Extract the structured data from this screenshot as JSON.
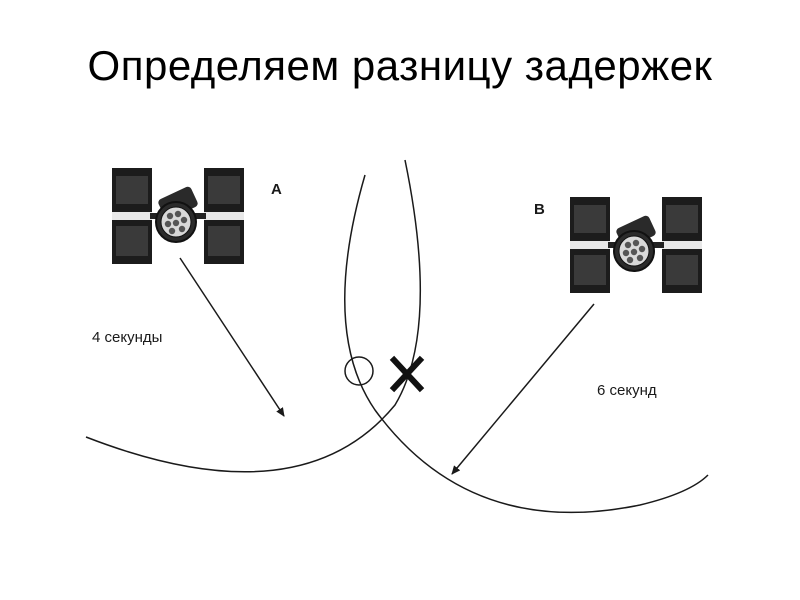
{
  "title": "Определяем разницу задержек",
  "satellite_a": {
    "label": "A",
    "delay_label": "4 секунды",
    "icon": "satellite-icon"
  },
  "satellite_b": {
    "label": "B",
    "delay_label": "6 секунд",
    "icon": "satellite-icon"
  },
  "markers": {
    "true_position": "circle-marker-icon",
    "false_position": "cross-marker-icon"
  }
}
